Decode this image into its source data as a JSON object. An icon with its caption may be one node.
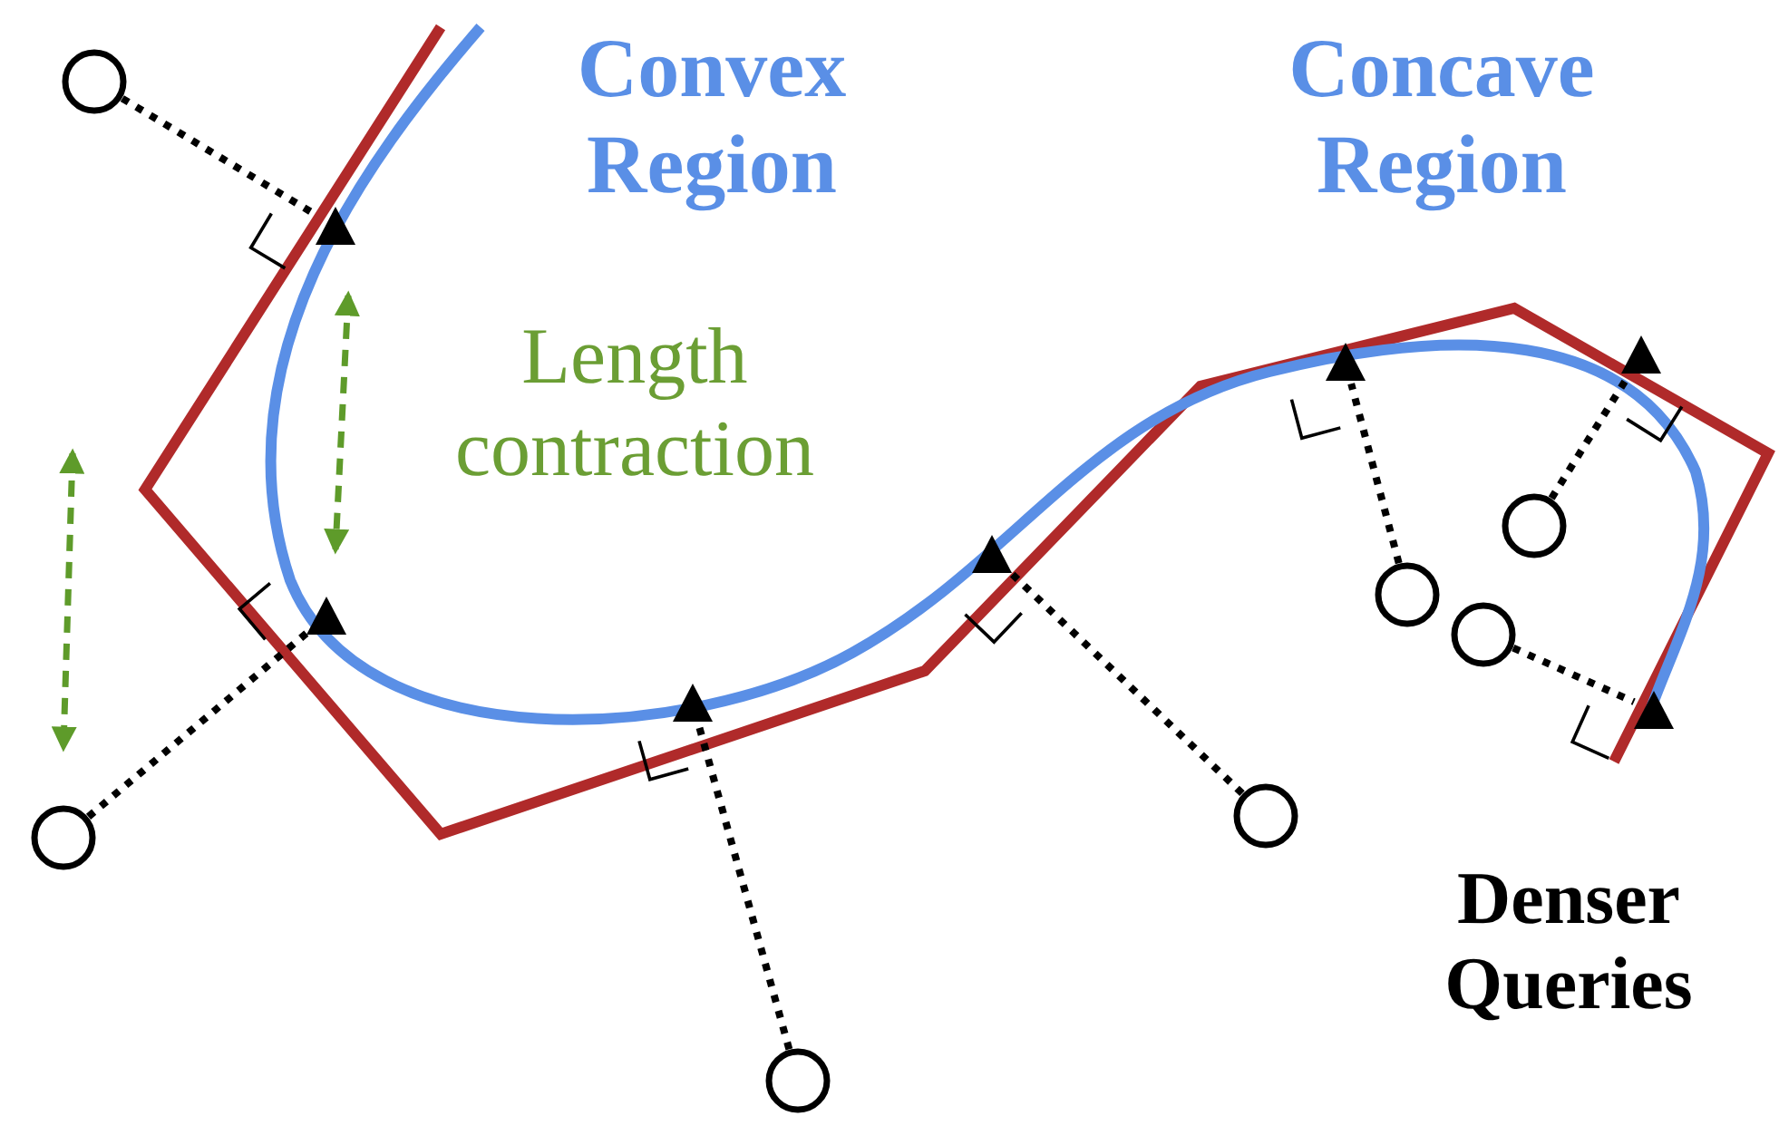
{
  "diagram": {
    "nodes": [
      {
        "text": [],
        "shape": "circle"
      },
      {
        "text": [],
        "shape": "circle"
      },
      {
        "text": [],
        "shape": "circle"
      },
      {
        "text": [],
        "shape": "circle"
      },
      {
        "text": [],
        "shape": "circle"
      },
      {
        "text": [],
        "shape": "circle"
      },
      {
        "text": [],
        "shape": "circle"
      },
      {
        "text": [],
        "shape": "triangle"
      },
      {
        "text": [],
        "shape": "triangle"
      },
      {
        "text": [],
        "shape": "triangle"
      },
      {
        "text": [],
        "shape": "triangle"
      },
      {
        "text": [],
        "shape": "triangle"
      },
      {
        "text": [],
        "shape": "triangle"
      },
      {
        "text": [],
        "shape": "triangle"
      }
    ],
    "edges": [
      {
        "from": 0,
        "to": 8,
        "arrow": "none"
      },
      {
        "from": 1,
        "to": 7,
        "arrow": "none"
      },
      {
        "from": 2,
        "to": 9,
        "arrow": "none"
      },
      {
        "from": 3,
        "to": 10,
        "arrow": "none"
      },
      {
        "from": 4,
        "to": 11,
        "arrow": "none"
      },
      {
        "from": 5,
        "to": 13,
        "arrow": "none"
      },
      {
        "from": 6,
        "to": 12,
        "arrow": "none"
      }
    ],
    "labels": [
      "Convex Region",
      "Concave Region",
      "Length contraction",
      "Denser Queries"
    ]
  }
}
